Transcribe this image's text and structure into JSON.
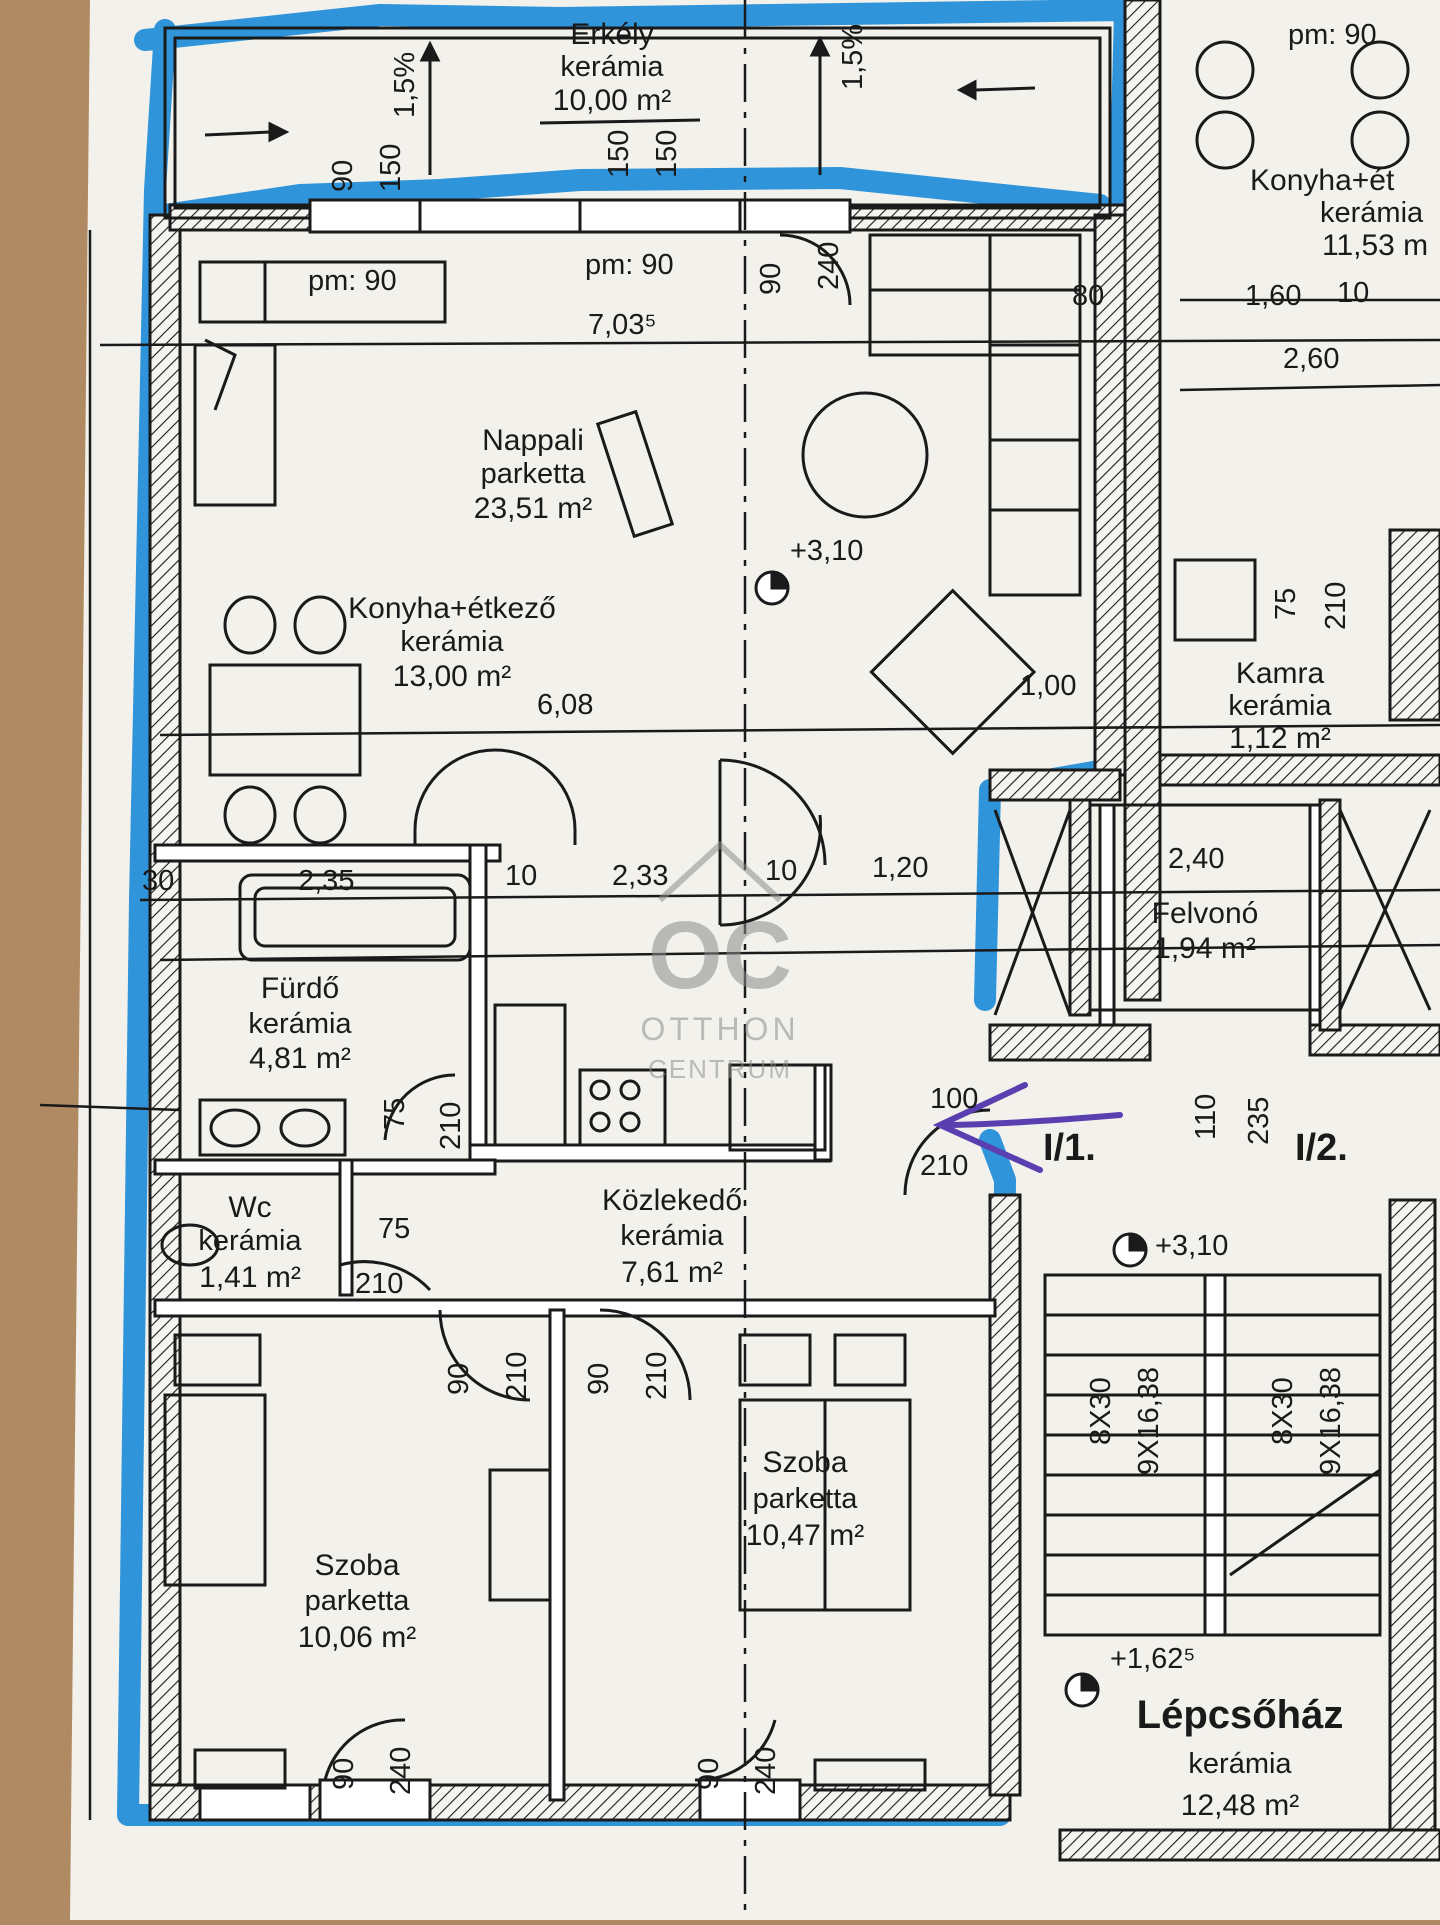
{
  "rooms": {
    "erkely": {
      "name": "Erkély",
      "floor": "kerámia",
      "area": "10,00 m²"
    },
    "nappali": {
      "name": "Nappali",
      "floor": "parketta",
      "area": "23,51 m²"
    },
    "konyha": {
      "name": "Konyha+étkező",
      "floor": "kerámia",
      "area": "13,00 m²"
    },
    "furdo": {
      "name": "Fürdő",
      "floor": "kerámia",
      "area": "4,81 m²"
    },
    "wc": {
      "name": "Wc",
      "floor": "kerámia",
      "area": "1,41 m²"
    },
    "kozlekedo": {
      "name": "Közlekedő",
      "floor": "kerámia",
      "area": "7,61 m²"
    },
    "szoba1": {
      "name": "Szoba",
      "floor": "parketta",
      "area": "10,06 m²"
    },
    "szoba2": {
      "name": "Szoba",
      "floor": "parketta",
      "area": "10,47 m²"
    },
    "felvono": {
      "name": "Felvonó",
      "area": "1,94 m²"
    },
    "kamra": {
      "name": "Kamra",
      "floor": "kerámia",
      "area": "1,12 m²"
    },
    "neighbor_konyha": {
      "name": "Konyha+ét",
      "floor": "kerámia",
      "area": "11,53 m"
    },
    "lepcsohaz": {
      "name": "Lépcsőház",
      "floor": "kerámia",
      "area": "12,48 m²"
    }
  },
  "dimensions": {
    "slope_left": "1,5%",
    "slope_right": "1,5%",
    "d90a": "90",
    "d150a": "150",
    "d150b": "150",
    "d150c": "150",
    "pm90a": "pm: 90",
    "pm90b": "pm: 90",
    "pm90c": "pm: 90",
    "d703": "7,03⁵",
    "d90door": "90",
    "d240": "240",
    "d80": "80",
    "d160": "1,60",
    "d10n": "10",
    "d260": "2,60",
    "d75k": "75",
    "d210k": "210",
    "d608": "6,08",
    "d100": "1,00",
    "d30": "30",
    "d235": "2,35",
    "d10a": "10",
    "d233": "2,33",
    "d10b": "10",
    "d120": "1,20",
    "d240e": "2,40",
    "d75f": "75",
    "d210f": "210",
    "d75w": "75",
    "d210w": "210",
    "d90s1": "90",
    "d210s1": "210",
    "d90s2": "90",
    "d210s2": "210",
    "d100e": "100",
    "d210e": "210",
    "d110": "110",
    "d235v": "235",
    "d8x30a": "8X30",
    "d9x1638a": "9X16,38",
    "d8x30b": "8X30",
    "d9x1638b": "9X16,38",
    "d90b1": "90",
    "d240b1": "240",
    "d90b2": "90",
    "d240b2": "240"
  },
  "levels": {
    "main": "+3,10",
    "stair_top": "+3,10",
    "stair_bottom": "+1,62⁵"
  },
  "labels": {
    "unit1": "I/1.",
    "unit2": "I/2."
  },
  "watermark": {
    "logo": "OC",
    "line1": "OTTHON",
    "line2": "CENTRUM"
  },
  "colors": {
    "highlight": "#1a8ad8",
    "arrow": "#5a3fb0",
    "paper": "#f2f1ec",
    "ink": "#1a1a1a"
  }
}
